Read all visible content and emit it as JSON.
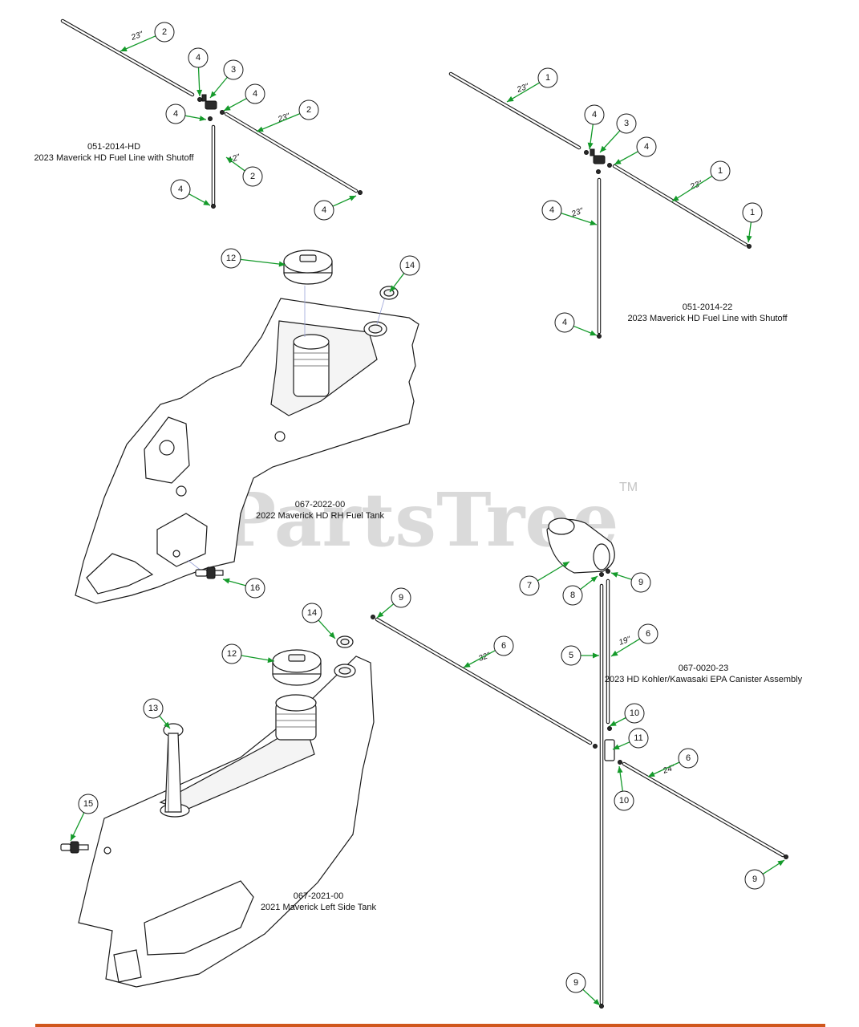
{
  "watermark": {
    "text": "PartsTree",
    "tm": "TM"
  },
  "assemblies": [
    {
      "part_no": "051-2014-HD",
      "name": "2023 Maverick HD Fuel Line with Shutoff"
    },
    {
      "part_no": "051-2014-22",
      "name": "2023 Maverick HD Fuel Line with Shutoff"
    },
    {
      "part_no": "067-2022-00",
      "name": "2022 Maverick HD RH Fuel Tank"
    },
    {
      "part_no": "067-0020-23",
      "name": "2023 HD Kohler/Kawasaki EPA Canister Assembly"
    },
    {
      "part_no": "067-2021-00",
      "name": "2021 Maverick Left Side Tank"
    }
  ],
  "lengths": [
    "23\"",
    "23\"",
    "12\"",
    "23\"",
    "23\"",
    "23\"",
    "32\"",
    "19\"",
    "24\""
  ],
  "callouts": [
    "2",
    "4",
    "3",
    "4",
    "4",
    "2",
    "2",
    "4",
    "4",
    "1",
    "4",
    "3",
    "4",
    "1",
    "1",
    "4",
    "4",
    "12",
    "14",
    "16",
    "7",
    "8",
    "9",
    "9",
    "6",
    "6",
    "5",
    "10",
    "11",
    "10",
    "6",
    "9",
    "9",
    "12",
    "14",
    "13",
    "15"
  ],
  "accent_color": "#149a2a",
  "footer_color": "#d0571c"
}
